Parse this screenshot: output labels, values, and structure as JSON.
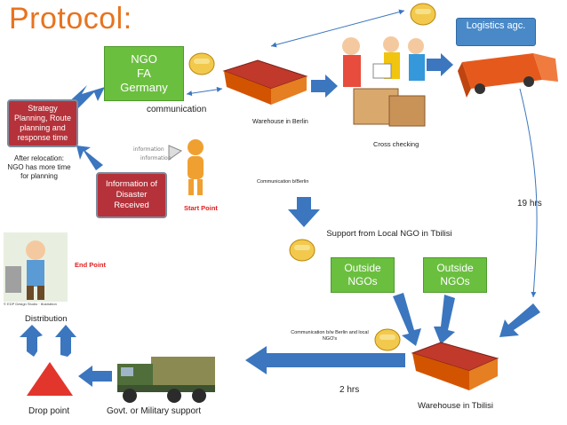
{
  "title": "Protocol:",
  "boxes": {
    "ngo": "NGO\nFA\nGermany",
    "strategy": "Strategy Planning, Route planning and response time",
    "information": "Information of Disaster Received",
    "logistics": "Logistics agc.",
    "outside_left": "Outside NGOs",
    "outside_right": "Outside NGOs"
  },
  "labels": {
    "communication": "communication",
    "warehouse_berlin": "Warehouse in Berlin",
    "cross_checking": "Cross checking",
    "after_relocation": "After relocation: NGO has more time for planning",
    "start_point": "Start Point",
    "comm_berlin": "Communication b/Berlin",
    "hrs_19": "19 hrs",
    "support_local": "Support from Local NGO in Tbilisi",
    "end_point": "End Point",
    "distribution": "Distribution",
    "comm_berlin_local": "Communication b/w Berlin and local NGO's",
    "hrs_2": "2 hrs",
    "drop_point": "Drop point",
    "govt_support": "Govt. or Military support",
    "warehouse_tbilisi": "Warehouse in Tbilisi",
    "credit": "© EDP Design Studio · illustration"
  },
  "colors": {
    "title": "#e8731e",
    "ngo_box": "#6bbf3f",
    "red_box": "#b5323a",
    "blue_box": "#4a89c8",
    "arrow": "#3b76bf",
    "start_end": "#e02020"
  }
}
